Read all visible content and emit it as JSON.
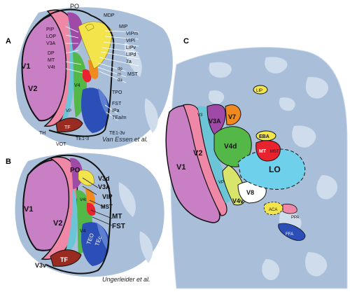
{
  "panels": [
    {
      "id": "A",
      "citation": "Van Essen et al.",
      "labels": [
        "PO",
        "MDP",
        "MIP",
        "VIPm",
        "VIPl",
        "LIPv",
        "LIPd",
        "7a",
        "dp",
        "m",
        "da",
        "MST",
        "TPO",
        "FST",
        "IPa",
        "TEa/m",
        "TE1-3",
        "TE1-3v",
        "TF",
        "TH",
        "VOT",
        "PIP",
        "LOP",
        "V3A",
        "DP",
        "MT",
        "V4t",
        "V1",
        "V2",
        "V4",
        "VP"
      ]
    },
    {
      "id": "B",
      "citation": "Ungerleider et al.",
      "labels": [
        "PO",
        "V3d",
        "V3A",
        "VIP",
        "V4t",
        "MST",
        "MT",
        "FST",
        "V1",
        "V2",
        "V4",
        "TEO",
        "TEc",
        "TF",
        "V3v"
      ]
    },
    {
      "id": "C",
      "labels": [
        "LIP",
        "V7",
        "V3",
        "V3A",
        "V4d",
        "EBA",
        "MT",
        "MST",
        "V1",
        "V2",
        "LO",
        "V8",
        "VP",
        "V4v",
        "ACA",
        "PPA",
        "FFA"
      ]
    }
  ],
  "colors": {
    "v1": "#c97fc4",
    "v2": "#ef87a7",
    "v3": "#6cc5d6",
    "v3a": "#a04aa8",
    "v4": "#54b848",
    "mt": "#e8232f",
    "tf": "#9a2b20",
    "te": "#2b4fb6",
    "yellow": "#f3e44b",
    "orange": "#f08a1f",
    "lo": "#6fd0ec",
    "background": "#a9bfd9",
    "sulcus": "#cfdcec"
  }
}
